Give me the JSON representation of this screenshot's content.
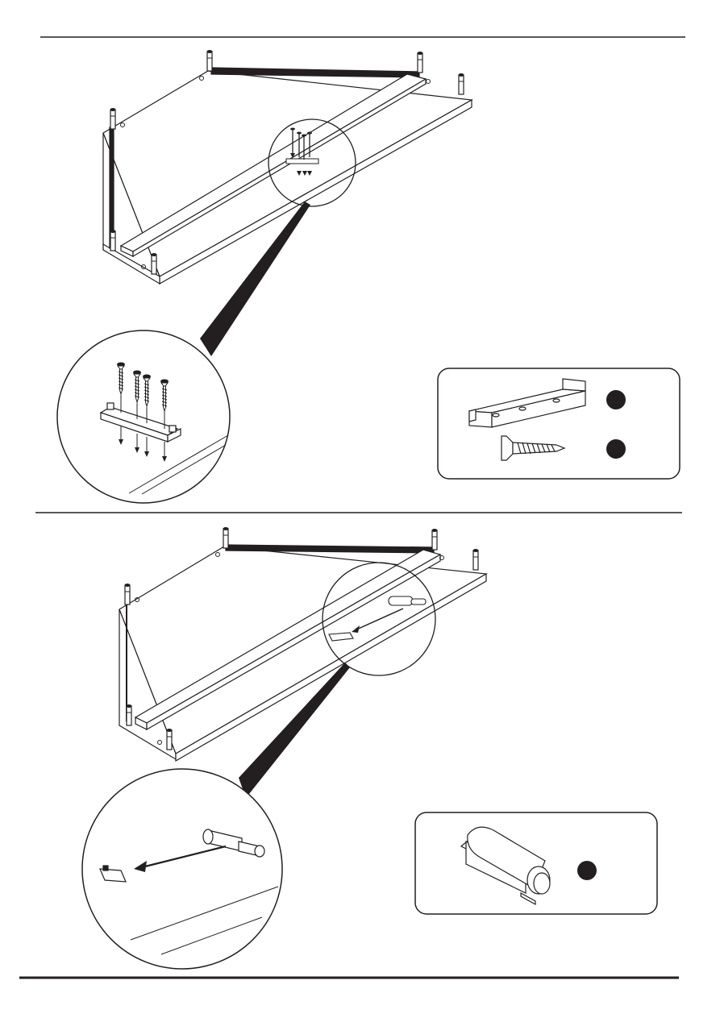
{
  "page": {
    "steps": [
      {
        "name": "step-upper",
        "callout_parts": [
          "bracket",
          "screw"
        ]
      },
      {
        "name": "step-lower",
        "callout_parts": [
          "push-latch"
        ]
      }
    ]
  },
  "colors": {
    "ink": "#231f20",
    "paper": "#ffffff",
    "badge": "#231f20"
  },
  "icons": [
    "bracket-icon",
    "screw-icon",
    "push-latch-icon",
    "part-badge-icon"
  ]
}
